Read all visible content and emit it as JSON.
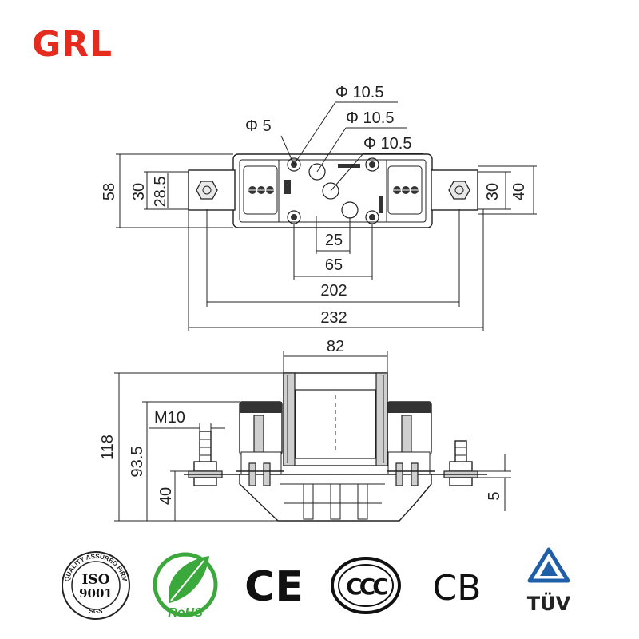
{
  "brand": {
    "name": "GRL",
    "color": "#e52b1e"
  },
  "top_view": {
    "labels": {
      "d_a": "Φ 10.5",
      "d_b": "Φ 10.5",
      "d_c": "Φ 10.5",
      "d_small": "Φ 5",
      "h_58": "58",
      "h_30_left": "30",
      "h_28_5": "28.5",
      "h_30_right": "30",
      "h_40": "40",
      "w_25": "25",
      "w_65": "65",
      "w_202": "202",
      "w_232": "232"
    }
  },
  "side_view": {
    "labels": {
      "w_82": "82",
      "thread": "M10",
      "h_118": "118",
      "h_93_5": "93.5",
      "h_40": "40",
      "h_5": "5"
    }
  },
  "certifications": [
    {
      "name": "ISO 9001",
      "icon": "iso-9001-icon",
      "text": "ISO",
      "sub": "9001",
      "ring_text": "QUALITY ASSURED FIRM",
      "mark": "SGS"
    },
    {
      "name": "RoHS",
      "icon": "rohs-icon",
      "text": "RoHS",
      "color": "#3aa83a"
    },
    {
      "name": "CE",
      "icon": "ce-icon",
      "text": "CE"
    },
    {
      "name": "CCC",
      "icon": "ccc-icon",
      "text": "CCC"
    },
    {
      "name": "CB",
      "icon": "cb-icon",
      "text": "CB"
    },
    {
      "name": "TÜV",
      "icon": "tuv-icon",
      "text": "TÜV",
      "color": "#1f5fa8"
    }
  ]
}
